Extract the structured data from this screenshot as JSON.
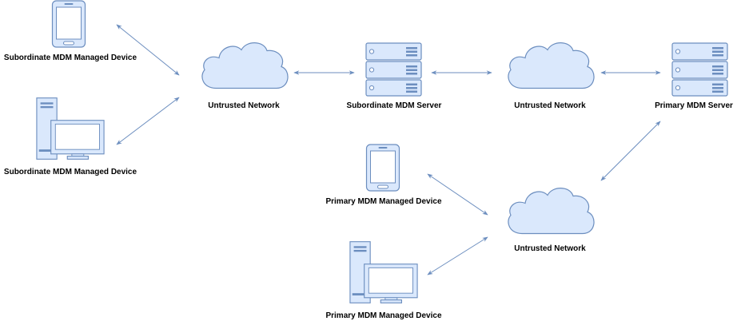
{
  "colors": {
    "shape_fill": "#dae8fc",
    "shape_stroke": "#6c8ebf",
    "connector": "#6c8ebf",
    "label": "#000000"
  },
  "nodes": {
    "sub_phone": {
      "label": "Subordinate MDM Managed Device",
      "icon": "smartphone-icon"
    },
    "sub_desktop": {
      "label": "Subordinate MDM Managed Device",
      "icon": "desktop-computer-icon"
    },
    "net_1": {
      "label": "Untrusted Network",
      "icon": "cloud-icon"
    },
    "sub_server": {
      "label": "Subordinate MDM Server",
      "icon": "server-stack-icon"
    },
    "net_2": {
      "label": "Untrusted Network",
      "icon": "cloud-icon"
    },
    "prim_server": {
      "label": "Primary MDM Server",
      "icon": "server-stack-icon"
    },
    "prim_phone": {
      "label": "Primary MDM Managed Device",
      "icon": "smartphone-icon"
    },
    "net_3": {
      "label": "Untrusted Network",
      "icon": "cloud-icon"
    },
    "prim_desktop": {
      "label": "Primary MDM Managed Device",
      "icon": "desktop-computer-icon"
    }
  },
  "edges": [
    {
      "from": "sub_phone",
      "to": "net_1",
      "arrows": "both"
    },
    {
      "from": "sub_desktop",
      "to": "net_1",
      "arrows": "both"
    },
    {
      "from": "net_1",
      "to": "sub_server",
      "arrows": "both"
    },
    {
      "from": "sub_server",
      "to": "net_2",
      "arrows": "both"
    },
    {
      "from": "net_2",
      "to": "prim_server",
      "arrows": "both"
    },
    {
      "from": "prim_server",
      "to": "net_3",
      "arrows": "both"
    },
    {
      "from": "prim_phone",
      "to": "net_3",
      "arrows": "both"
    },
    {
      "from": "prim_desktop",
      "to": "net_3",
      "arrows": "both"
    }
  ]
}
